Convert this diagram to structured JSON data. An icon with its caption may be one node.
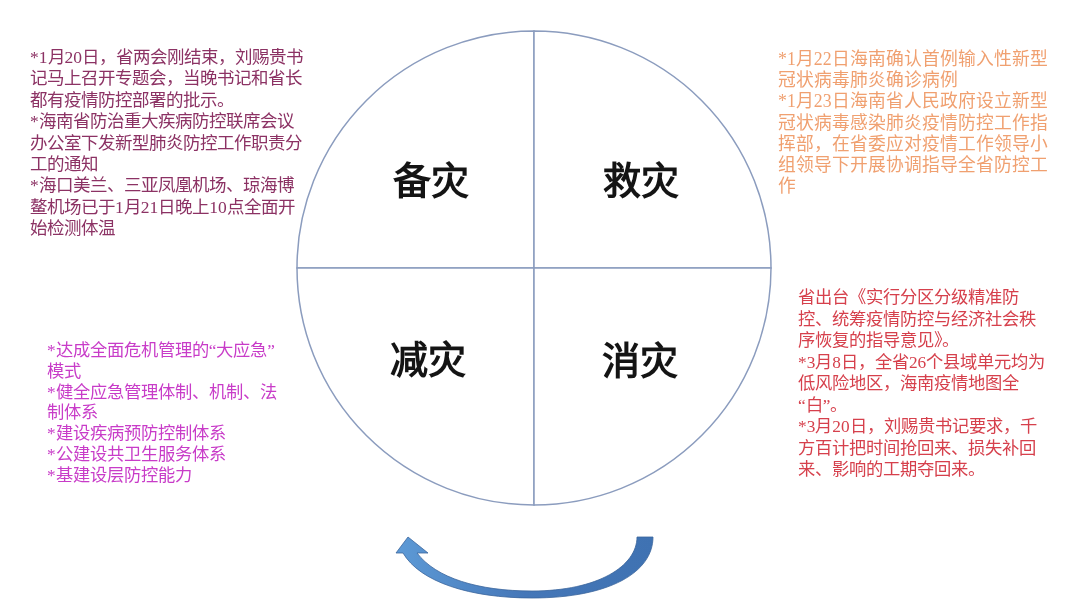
{
  "diagram": {
    "nodes": [
      {
        "text": [
          "备灾"
        ],
        "beside": [
          "*1月20日，省两会刚结束，刘赐贵书记马上召开专题会，当晚书记和省长都有疫情防控部署的批示。",
          "*海南省防治重大疾病防控联席会议办公室下发新型肺炎防控工作职责分工的通知",
          "*海口美兰、三亚凤凰机场、琼海博鳌机场已于1月21日晚上10点全面开始检测体温"
        ]
      },
      {
        "text": [
          "救灾"
        ],
        "beside": [
          "*1月22日海南确认首例输入性新型冠状病毒肺炎确诊病例",
          "*1月23日海南省人民政府设立新型冠状病毒感染肺炎疫情防控工作指挥部，在省委应对疫情工作领导小组领导下开展协调指导全省防控工作"
        ]
      },
      {
        "text": [
          "减灾"
        ],
        "beside": [
          "*达成全面危机管理的“大应急”模式",
          "*健全应急管理体制、机制、法制体系",
          "*建设疾病预防控制体系",
          "*公建设共卫生服务体系",
          "*基建设层防控能力"
        ]
      },
      {
        "text": [
          "消灾"
        ],
        "beside": [
          "省出台《实行分区分级精准防控、统筹疫情防控与经济社会秩序恢复的指导意见》。",
          "*3月8日，全省26个县域单元均为低风险地区，海南疫情地图全“白”。",
          "*3月20日，刘赐贵书记要求，千方百计把时间抢回来、损失补回来、影响的工期夺回来。"
        ]
      }
    ]
  }
}
